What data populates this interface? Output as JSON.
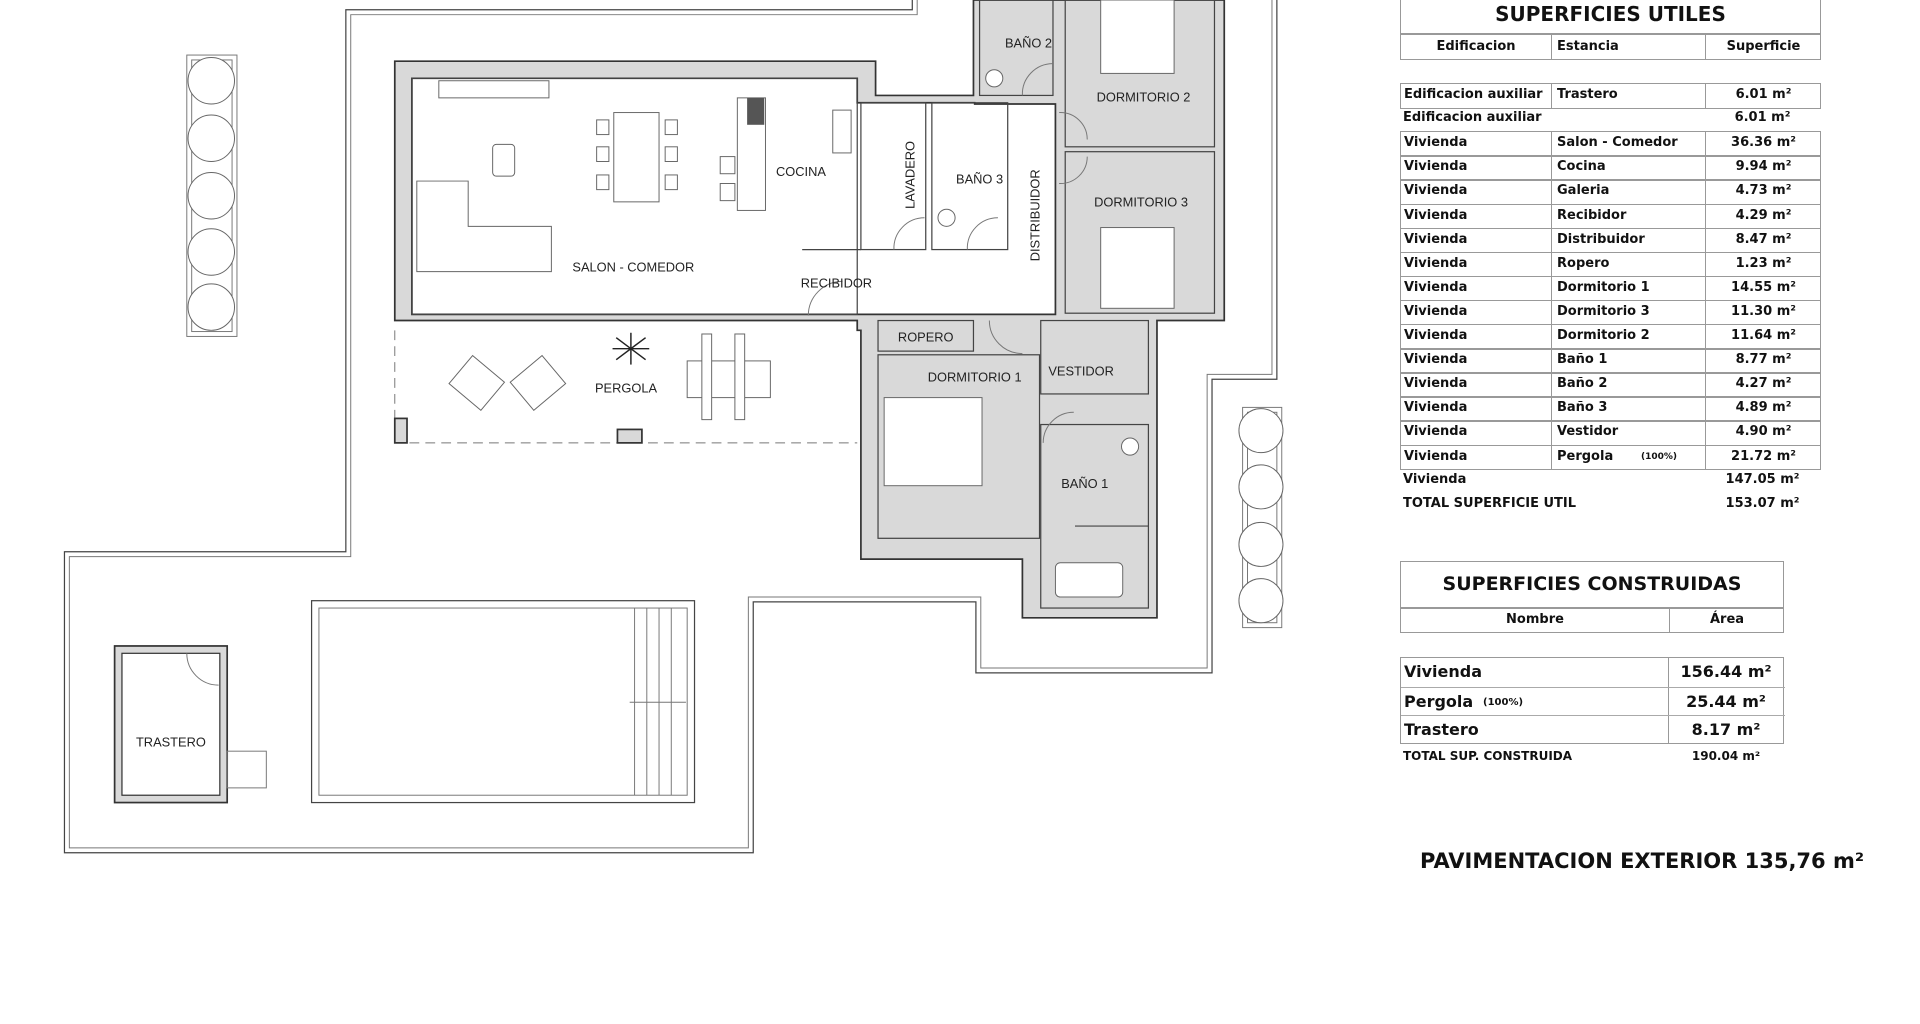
{
  "plan": {
    "rooms": {
      "salon": "SALON - COMEDOR",
      "cocina": "COCINA",
      "lavadero": "LAVADERO",
      "bano3": "BAÑO 3",
      "bano2": "BAÑO 2",
      "distribuidor": "DISTRIBUIDOR",
      "dormitorio2": "DORMITORIO 2",
      "dormitorio3": "DORMITORIO 3",
      "recibidor": "RECIBIDOR",
      "ropero": "ROPERO",
      "dormitorio1": "DORMITORIO 1",
      "vestidor": "VESTIDOR",
      "bano1": "BAÑO 1",
      "pergola": "PERGOLA",
      "trastero": "TRASTERO"
    }
  },
  "utiles": {
    "title": "SUPERFICIES UTILES",
    "headers": [
      "Edificacion",
      "Estancia",
      "Superficie"
    ],
    "rows": [
      {
        "edificacion": "Edificacion auxiliar",
        "estancia": "Trastero",
        "note": "",
        "superficie": "6.01 m²",
        "boxed": true
      },
      {
        "edificacion": "Edificacion auxiliar",
        "estancia": "",
        "note": "",
        "superficie": "6.01 m²",
        "boxed": false
      },
      {
        "edificacion": "Vivienda",
        "estancia": "Salon - Comedor",
        "note": "",
        "superficie": "36.36 m²",
        "boxed": true
      },
      {
        "edificacion": "Vivienda",
        "estancia": "Cocina",
        "note": "",
        "superficie": "9.94 m²",
        "boxed": true
      },
      {
        "edificacion": "Vivienda",
        "estancia": "Galeria",
        "note": "",
        "superficie": "4.73 m²",
        "boxed": true
      },
      {
        "edificacion": "Vivienda",
        "estancia": "Recibidor",
        "note": "",
        "superficie": "4.29 m²",
        "boxed": true
      },
      {
        "edificacion": "Vivienda",
        "estancia": "Distribuidor",
        "note": "",
        "superficie": "8.47 m²",
        "boxed": true
      },
      {
        "edificacion": "Vivienda",
        "estancia": "Ropero",
        "note": "",
        "superficie": "1.23 m²",
        "boxed": true
      },
      {
        "edificacion": "Vivienda",
        "estancia": "Dormitorio 1",
        "note": "",
        "superficie": "14.55 m²",
        "boxed": true
      },
      {
        "edificacion": "Vivienda",
        "estancia": "Dormitorio 3",
        "note": "",
        "superficie": "11.30 m²",
        "boxed": true
      },
      {
        "edificacion": "Vivienda",
        "estancia": "Dormitorio 2",
        "note": "",
        "superficie": "11.64 m²",
        "boxed": true
      },
      {
        "edificacion": "Vivienda",
        "estancia": "Baño 1",
        "note": "",
        "superficie": "8.77 m²",
        "boxed": true
      },
      {
        "edificacion": "Vivienda",
        "estancia": "Baño 2",
        "note": "",
        "superficie": "4.27 m²",
        "boxed": true
      },
      {
        "edificacion": "Vivienda",
        "estancia": "Baño 3",
        "note": "",
        "superficie": "4.89 m²",
        "boxed": true
      },
      {
        "edificacion": "Vivienda",
        "estancia": "Vestidor",
        "note": "",
        "superficie": "4.90 m²",
        "boxed": true
      },
      {
        "edificacion": "Vivienda",
        "estancia": "Pergola",
        "note": "(100%)",
        "superficie": "21.72 m²",
        "boxed": true
      },
      {
        "edificacion": "Vivienda",
        "estancia": "",
        "note": "",
        "superficie": "147.05 m²",
        "boxed": false
      },
      {
        "edificacion": "TOTAL SUPERFICIE UTIL",
        "estancia": "",
        "note": "",
        "superficie": "153.07 m²",
        "boxed": false
      }
    ]
  },
  "construidas": {
    "title": "SUPERFICIES CONSTRUIDAS",
    "headers": [
      "Nombre",
      "Área"
    ],
    "rows": [
      {
        "nombre": "Vivienda",
        "note": "",
        "area": "156.44 m²"
      },
      {
        "nombre": "Pergola",
        "note": "(100%)",
        "area": "25.44 m²"
      },
      {
        "nombre": "Trastero",
        "note": "",
        "area": "8.17 m²"
      }
    ],
    "total_label": "TOTAL SUP. CONSTRUIDA",
    "total_value": "190.04 m²"
  },
  "pavimentacion": "PAVIMENTACION EXTERIOR 135,76 m²"
}
